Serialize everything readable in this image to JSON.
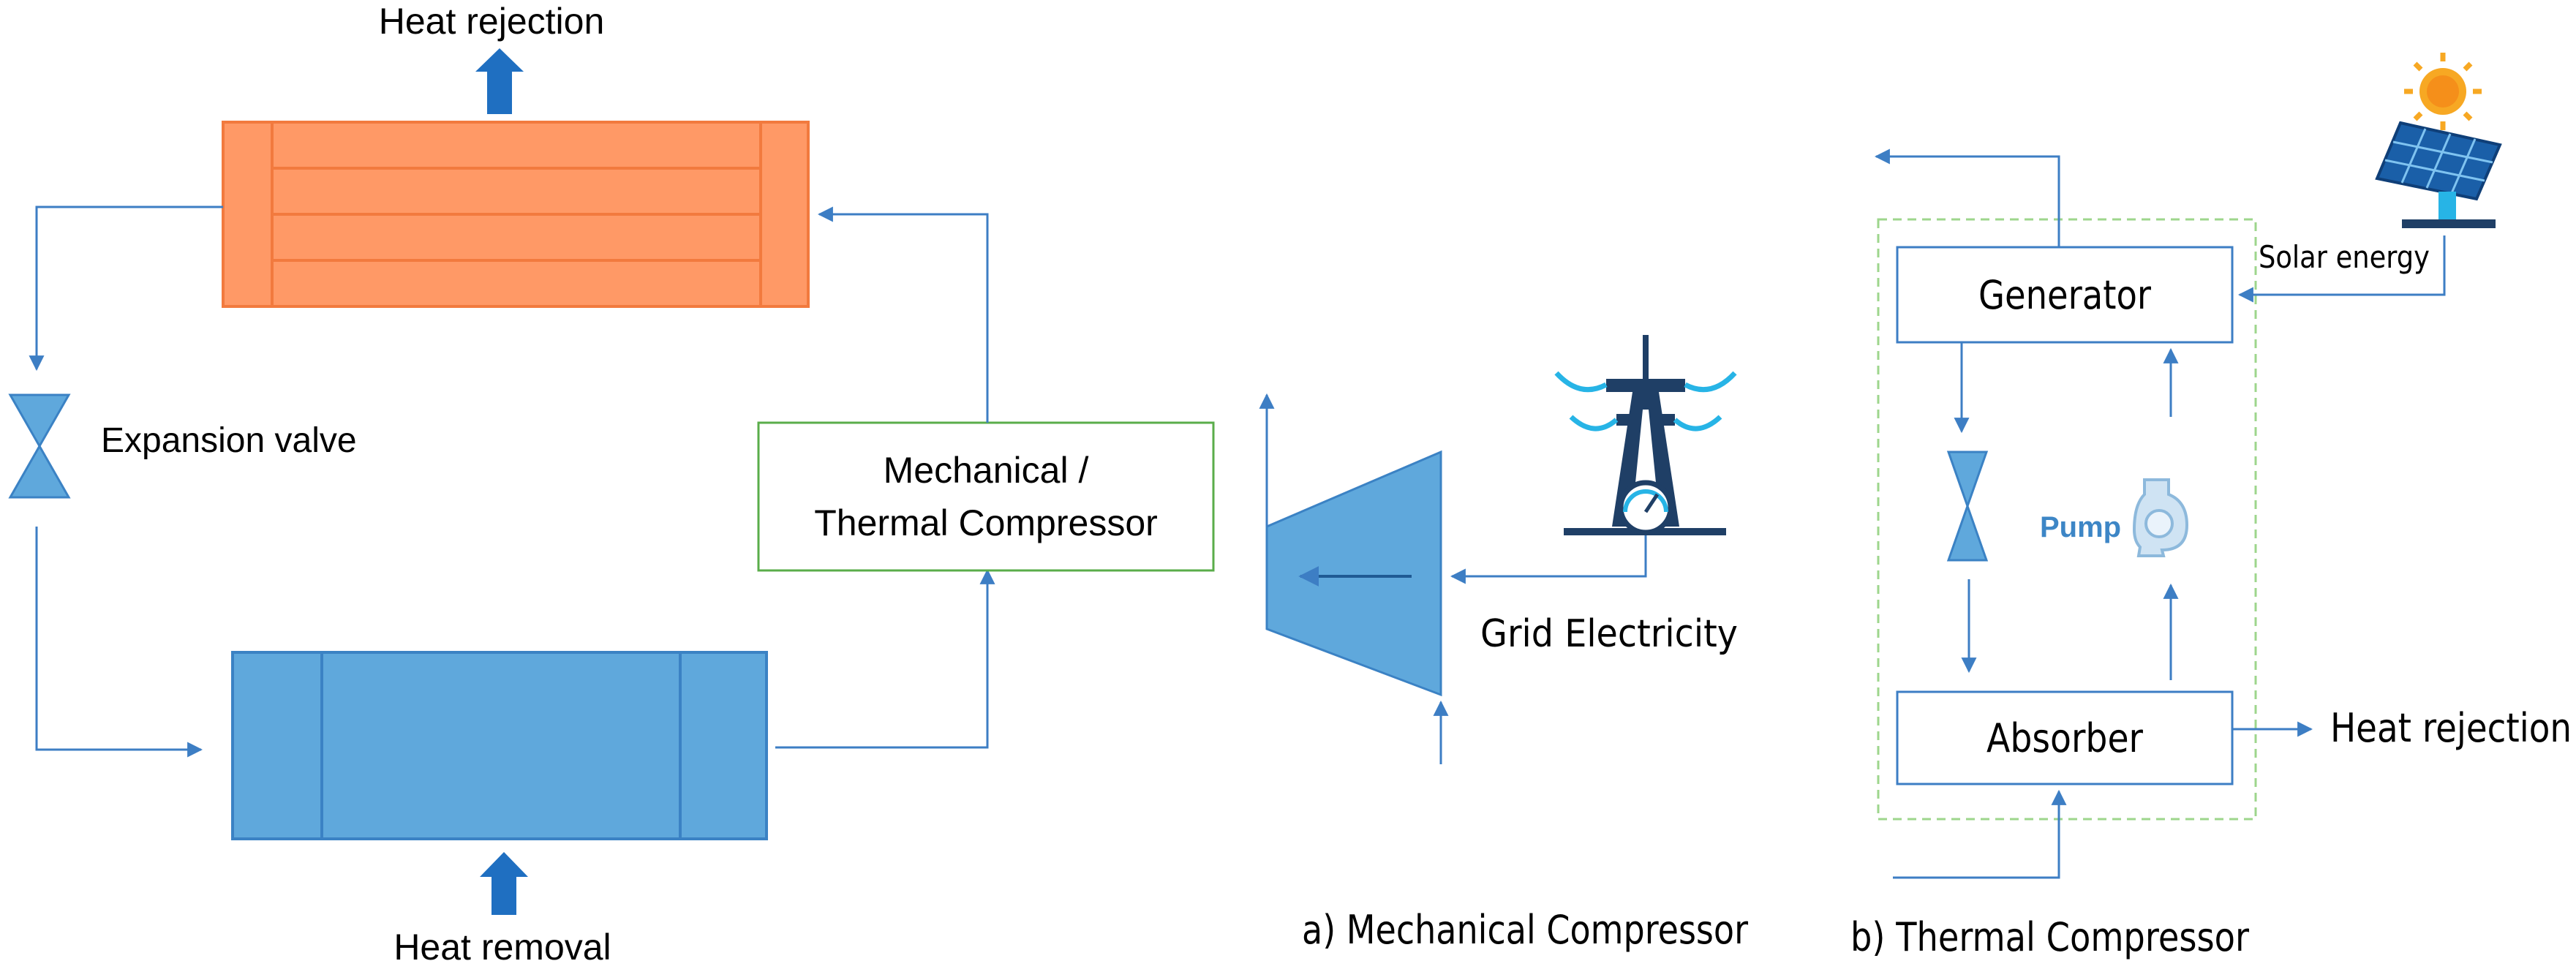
{
  "labels": {
    "heat_rejection_top": "Heat rejection",
    "expansion_valve": "Expansion valve",
    "compressor_line1": "Mechanical /",
    "compressor_line2": "Thermal Compressor",
    "heat_removal": "Heat removal",
    "grid_electricity": "Grid Electricity",
    "caption_a": "a) Mechanical Compressor",
    "solar_energy": "Solar energy",
    "generator": "Generator",
    "pump": "Pump",
    "absorber": "Absorber",
    "heat_rejection_right": "Heat rejection",
    "caption_b": "b) Thermal Compressor"
  },
  "colors": {
    "condenser_fill": "#ff9966",
    "condenser_stroke": "#f27a3e",
    "evaporator_fill": "#5fa8dc",
    "evaporator_stroke": "#3b82c4",
    "line": "#3d7ec4",
    "arrow_thick": "#1f6fc1",
    "compressor_box_border": "#5aad4a",
    "dashed_border": "#9ed68c",
    "box_border": "#3d7ec4",
    "pump_label": "#3d86c6",
    "tower": "#1f3f66",
    "tower_accent": "#27b4e6",
    "panel": "#1a5fa8",
    "sun": "#f7a823"
  },
  "icons": {
    "transmission_tower": "transmission-tower-icon",
    "solar_panel": "solar-panel-icon",
    "sun": "sun-icon",
    "pump": "pump-icon"
  }
}
